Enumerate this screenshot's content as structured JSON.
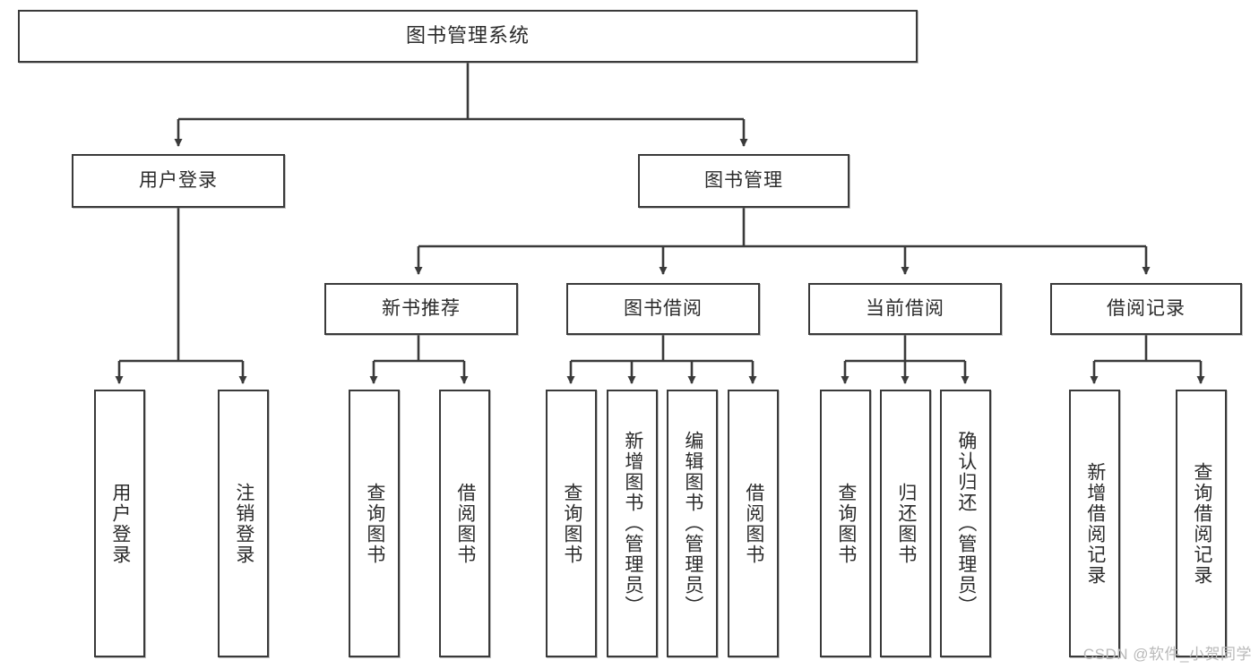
{
  "diagram": {
    "title": "图书管理系统",
    "watermark": "CSDN @软件_小贺同学",
    "level1": {
      "root": {
        "label": "图书管理系统"
      }
    },
    "level2": [
      {
        "label": "用户登录"
      },
      {
        "label": "图书管理"
      }
    ],
    "level3": [
      {
        "label": "新书推荐"
      },
      {
        "label": "图书借阅"
      },
      {
        "label": "当前借阅"
      },
      {
        "label": "借阅记录"
      }
    ],
    "leaves": {
      "user_login": [
        {
          "label": "用户登录"
        },
        {
          "label": "注销登录"
        }
      ],
      "new_book_recommend": [
        {
          "label": "查询图书"
        },
        {
          "label": "借阅图书"
        }
      ],
      "book_borrow": [
        {
          "label": "查询图书"
        },
        {
          "label": "新增图书（管理员）"
        },
        {
          "label": "编辑图书（管理员）"
        },
        {
          "label": "借阅图书"
        }
      ],
      "current_borrow": [
        {
          "label": "查询图书"
        },
        {
          "label": "归还图书"
        },
        {
          "label": "确认归还（管理员）"
        }
      ],
      "borrow_records": [
        {
          "label": "新增借阅记录"
        },
        {
          "label": "查询借阅记录"
        }
      ]
    },
    "colors": {
      "stroke": "#3a3a3a",
      "background": "#ffffff",
      "text": "#2b2b2b",
      "watermark": "#b9b9b9"
    }
  }
}
